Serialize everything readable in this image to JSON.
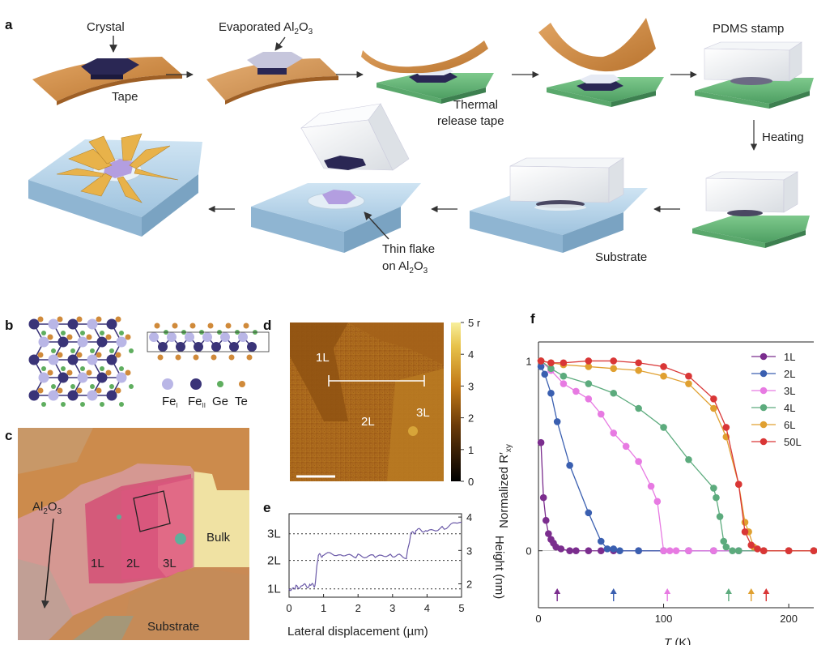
{
  "panel_labels": {
    "a": "a",
    "b": "b",
    "c": "c",
    "d": "d",
    "e": "e",
    "f": "f"
  },
  "panel_a": {
    "crystal": "Crystal",
    "tape": "Tape",
    "evaporated": "Evaporated Al",
    "evaporated_sub2": "2",
    "evaporated_o": "O",
    "evaporated_sub3": "3",
    "thermal_line1": "Thermal",
    "thermal_line2": "release tape",
    "pdms": "PDMS stamp",
    "heating": "Heating",
    "substrate": "Substrate",
    "thin_line1": "Thin flake",
    "thin_line2": "on Al",
    "thin_sub2": "2",
    "thin_o": "O",
    "thin_sub3": "3"
  },
  "panel_b": {
    "legend": [
      "Fe",
      "Fe",
      "Ge",
      "Te"
    ],
    "legend_subs": [
      "I",
      "II",
      "",
      ""
    ],
    "colors": [
      "#b9b6e6",
      "#3a3478",
      "#5fae5f",
      "#d08a3a"
    ]
  },
  "panel_c": {
    "al2o3": "Al",
    "al2o3_sub2": "2",
    "al2o3_o": "O",
    "al2o3_sub3": "3",
    "l1": "1L",
    "l2": "2L",
    "l3": "3L",
    "bulk": "Bulk",
    "substrate": "Substrate"
  },
  "panel_d": {
    "l1": "1L",
    "l2": "2L",
    "l3": "3L",
    "colorbar_ticks": [
      "5 r",
      "4",
      "3",
      "2",
      "1",
      "0"
    ]
  },
  "panel_e": {
    "xlabel": "Lateral displacement (µm)",
    "ylabel": "Height (nm)",
    "layer_labels": [
      "3L",
      "2L",
      "1L"
    ],
    "x_ticks": [
      "0",
      "1",
      "2",
      "3",
      "4",
      "5"
    ],
    "y_ticks": [
      "4",
      "3",
      "2"
    ]
  },
  "chart_data": [
    {
      "type": "line",
      "title": "",
      "xlabel": "Lateral displacement (µm)",
      "ylabel": "Height (nm)",
      "xlim": [
        0,
        5
      ],
      "ylim": [
        1.6,
        4.1
      ],
      "x": [
        0,
        0.2,
        0.4,
        0.6,
        0.75,
        0.85,
        1.0,
        1.5,
        2.0,
        2.5,
        3.0,
        3.4,
        3.55,
        3.7,
        4.0,
        4.5,
        5.0
      ],
      "values": [
        1.85,
        1.9,
        1.95,
        1.95,
        1.98,
        2.85,
        2.88,
        2.84,
        2.86,
        2.85,
        2.82,
        2.8,
        3.55,
        3.58,
        3.6,
        3.7,
        3.85
      ]
    },
    {
      "type": "line",
      "title": "",
      "xlabel": "T (K)",
      "ylabel": "Normalized R'xy",
      "xlim": [
        0,
        220
      ],
      "ylim": [
        -0.3,
        1.1
      ],
      "legend_position": "top-right",
      "series": [
        {
          "name": "1L",
          "color": "#7b2d8e",
          "x": [
            2,
            4,
            6,
            8,
            10,
            12,
            14,
            18,
            25,
            30,
            40,
            50,
            60,
            80,
            100,
            120,
            140,
            160,
            180,
            200,
            220
          ],
          "values": [
            0.57,
            0.28,
            0.16,
            0.09,
            0.06,
            0.04,
            0.02,
            0.01,
            0.0,
            0.0,
            0.0,
            0.0,
            0.0,
            0.0,
            0.0,
            0.0,
            0.0,
            0.0,
            0.0,
            0.0,
            0.0
          ]
        },
        {
          "name": "2L",
          "color": "#3a5fb0",
          "x": [
            2,
            5,
            10,
            15,
            25,
            40,
            50,
            55,
            60,
            65,
            80,
            100,
            120,
            140,
            160,
            180,
            200,
            220
          ],
          "values": [
            0.97,
            0.93,
            0.83,
            0.68,
            0.45,
            0.2,
            0.05,
            0.01,
            0.01,
            0.0,
            0.0,
            0.0,
            0.0,
            0.0,
            0.0,
            0.0,
            0.0,
            0.0
          ]
        },
        {
          "name": "3L",
          "color": "#e77ae2",
          "x": [
            2,
            10,
            20,
            30,
            40,
            50,
            60,
            70,
            80,
            90,
            95,
            100,
            105,
            110,
            120,
            140,
            160,
            180,
            200,
            220
          ],
          "values": [
            1.0,
            0.95,
            0.88,
            0.84,
            0.8,
            0.72,
            0.62,
            0.55,
            0.47,
            0.34,
            0.26,
            0.0,
            0.0,
            0.0,
            0.0,
            0.0,
            0.0,
            0.0,
            0.0,
            0.0
          ]
        },
        {
          "name": "4L",
          "color": "#5cab7d",
          "x": [
            2,
            10,
            20,
            40,
            60,
            80,
            100,
            120,
            140,
            142,
            145,
            148,
            150,
            155,
            160,
            180,
            200,
            220
          ],
          "values": [
            1.0,
            0.96,
            0.92,
            0.88,
            0.83,
            0.75,
            0.65,
            0.48,
            0.33,
            0.28,
            0.18,
            0.05,
            0.02,
            0.0,
            0.0,
            0.0,
            0.0,
            0.0
          ]
        },
        {
          "name": "6L",
          "color": "#e0a030",
          "x": [
            2,
            10,
            20,
            40,
            60,
            80,
            100,
            120,
            140,
            150,
            160,
            165,
            168,
            172,
            180,
            200,
            220
          ],
          "values": [
            1.0,
            0.99,
            0.98,
            0.97,
            0.96,
            0.95,
            0.92,
            0.88,
            0.75,
            0.6,
            0.35,
            0.15,
            0.1,
            0.02,
            0.0,
            0.0,
            0.0
          ]
        },
        {
          "name": "50L",
          "color": "#d93636",
          "x": [
            2,
            10,
            20,
            40,
            60,
            80,
            100,
            120,
            140,
            150,
            160,
            165,
            170,
            175,
            180,
            200,
            220
          ],
          "values": [
            1.0,
            0.99,
            0.99,
            1.0,
            1.0,
            0.99,
            0.97,
            0.92,
            0.8,
            0.65,
            0.35,
            0.1,
            0.03,
            0.01,
            0.0,
            0.0,
            0.0
          ]
        }
      ],
      "arrows": [
        {
          "x": 15,
          "series": "1L"
        },
        {
          "x": 60,
          "series": "2L"
        },
        {
          "x": 103,
          "series": "3L"
        },
        {
          "x": 152,
          "series": "4L"
        },
        {
          "x": 170,
          "series": "6L"
        },
        {
          "x": 182,
          "series": "50L"
        }
      ],
      "x_ticks": [
        "0",
        "100",
        "200"
      ],
      "y_ticks": [
        "1",
        "0"
      ]
    }
  ],
  "panel_f": {
    "xlabel_t": "T",
    "xlabel_unit": " (K)",
    "ylabel": "Normalized R",
    "ylabel_prime": "′",
    "ylabel_sub": "xy",
    "legend": [
      "1L",
      "2L",
      "3L",
      "4L",
      "6L",
      "50L"
    ]
  }
}
